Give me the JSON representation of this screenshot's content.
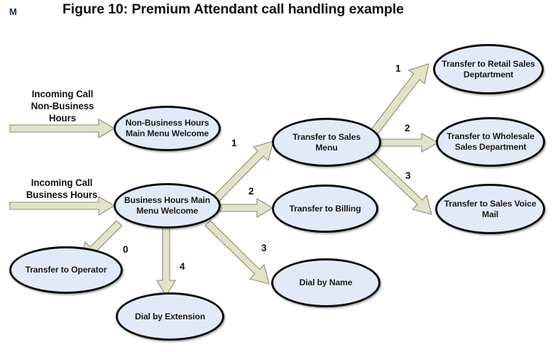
{
  "header": {
    "marker": "M",
    "title": "Figure 10: Premium Attendant call handling example"
  },
  "colors": {
    "node_fill": "#e3eaf7",
    "node_stroke": "#0c0c0c",
    "arrow_fill": "#e2e3c9",
    "arrow_stroke": "#8a8a6e",
    "text": "#1b1b1b",
    "marker_blue": "#1f2d6e",
    "background": "#ffffff"
  },
  "captions": [
    {
      "name": "incoming-call-non-business-hours",
      "text": "Incoming Call\nNon-Business\nHours"
    },
    {
      "name": "incoming-call-business-hours",
      "text": "Incoming Call\nBusiness Hours"
    }
  ],
  "nodes": [
    {
      "id": "non-business-hours-main-menu-welcome",
      "label": "Non-Business Hours\nMain Menu Welcome"
    },
    {
      "id": "business-hours-main-menu-welcome",
      "label": "Business Hours Main\nMenu Welcome"
    },
    {
      "id": "transfer-to-sales-menu",
      "label": "Transfer to Sales Menu"
    },
    {
      "id": "transfer-to-billing",
      "label": "Transfer to Billing"
    },
    {
      "id": "transfer-to-operator",
      "label": "Transfer to Operator"
    },
    {
      "id": "dial-by-extension",
      "label": "Dial by Extension"
    },
    {
      "id": "dial-by-name",
      "label": "Dial by Name"
    },
    {
      "id": "transfer-to-retail-sales-deptartment",
      "label": "Transfer to Retail Sales\nDeptartment"
    },
    {
      "id": "transfer-to-wholesale-sales-department",
      "label": "Transfer to Wholesale\nSales Department"
    },
    {
      "id": "transfer-to-sales-voice-mail",
      "label": "Transfer to Sales Voice\nMail"
    }
  ],
  "edges": [
    {
      "from": "incoming-call-non-business-hours",
      "to": "non-business-hours-main-menu-welcome",
      "label": ""
    },
    {
      "from": "incoming-call-business-hours",
      "to": "business-hours-main-menu-welcome",
      "label": ""
    },
    {
      "from": "business-hours-main-menu-welcome",
      "to": "transfer-to-sales-menu",
      "label": "1"
    },
    {
      "from": "business-hours-main-menu-welcome",
      "to": "transfer-to-billing",
      "label": "2"
    },
    {
      "from": "business-hours-main-menu-welcome",
      "to": "dial-by-name",
      "label": "3"
    },
    {
      "from": "business-hours-main-menu-welcome",
      "to": "transfer-to-operator",
      "label": "0"
    },
    {
      "from": "business-hours-main-menu-welcome",
      "to": "dial-by-extension",
      "label": "4"
    },
    {
      "from": "transfer-to-sales-menu",
      "to": "transfer-to-retail-sales-deptartment",
      "label": "1"
    },
    {
      "from": "transfer-to-sales-menu",
      "to": "transfer-to-wholesale-sales-department",
      "label": "2"
    },
    {
      "from": "transfer-to-sales-menu",
      "to": "transfer-to-sales-voice-mail",
      "label": "3"
    }
  ],
  "edge_labels": [
    {
      "name": "edge-label-sales-menu",
      "text": "1"
    },
    {
      "name": "edge-label-billing",
      "text": "2"
    },
    {
      "name": "edge-label-dial-by-name",
      "text": "3"
    },
    {
      "name": "edge-label-operator",
      "text": "0"
    },
    {
      "name": "edge-label-dial-by-extension",
      "text": "4"
    },
    {
      "name": "edge-label-retail-sales",
      "text": "1"
    },
    {
      "name": "edge-label-wholesale-sales",
      "text": "2"
    },
    {
      "name": "edge-label-sales-voice-mail",
      "text": "3"
    }
  ]
}
